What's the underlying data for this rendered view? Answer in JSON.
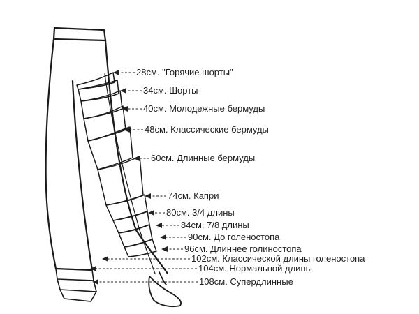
{
  "labels": [
    {
      "text": "28см. \"Горячие шорты\""
    },
    {
      "text": "34см. Шорты"
    },
    {
      "text": "40см. Молодежные бермуды"
    },
    {
      "text": "48см.  Классические бермуды"
    },
    {
      "text": "60см. Длинные бермуды"
    },
    {
      "text": "74см. Капри"
    },
    {
      "text": "80см. 3/4 длины"
    },
    {
      "text": "84см. 7/8 длины"
    },
    {
      "text": "90см. До голеностопа"
    },
    {
      "text": "96см. Длиннее голиностопа"
    },
    {
      "text": "102см. Классической длины голеностопа"
    },
    {
      "text": "104см. Нормальной длины"
    },
    {
      "text": "108см. Супердлинные"
    }
  ]
}
